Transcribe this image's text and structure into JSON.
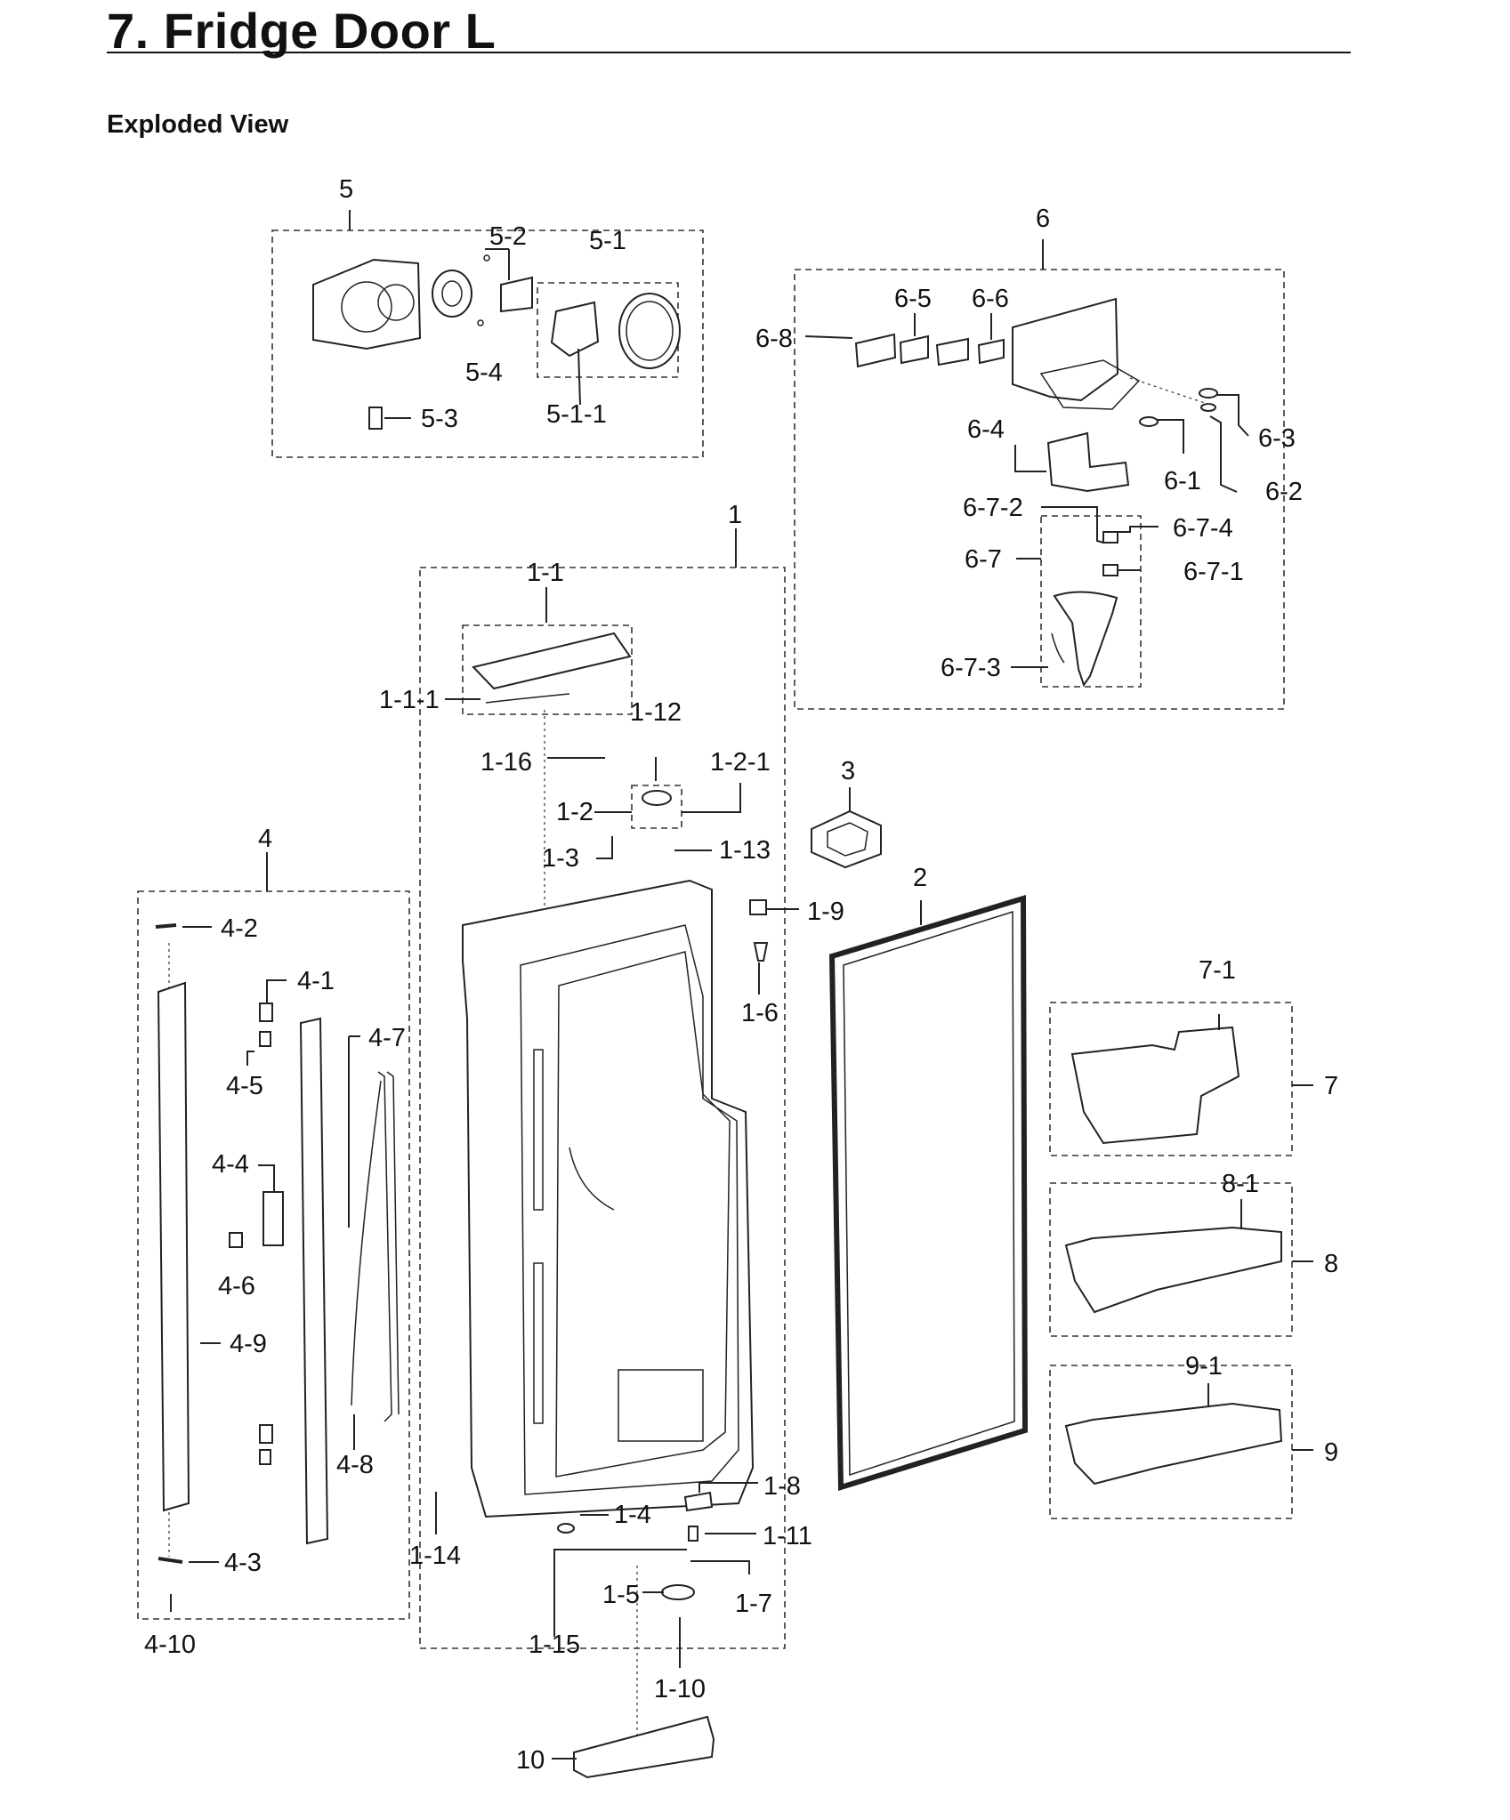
{
  "page": {
    "title": "7.  Fridge Door L",
    "subtitle": "Exploded View"
  },
  "labels": {
    "l1": "1",
    "l1_1": "1-1",
    "l1_1_1": "1-1-1",
    "l1_12": "1-12",
    "l1_16": "1-16",
    "l1_2_1": "1-2-1",
    "l1_2": "1-2",
    "l1_3": "1-3",
    "l1_13": "1-13",
    "l1_9": "1-9",
    "l1_6": "1-6",
    "l1_8": "1-8",
    "l1_4": "1-4",
    "l1_11": "1-11",
    "l1_14": "1-14",
    "l1_5": "1-5",
    "l1_7": "1-7",
    "l1_15": "1-15",
    "l1_10": "1-10",
    "l2": "2",
    "l3": "3",
    "l4": "4",
    "l4_1": "4-1",
    "l4_2": "4-2",
    "l4_3": "4-3",
    "l4_4": "4-4",
    "l4_5": "4-5",
    "l4_6": "4-6",
    "l4_7": "4-7",
    "l4_8": "4-8",
    "l4_9": "4-9",
    "l4_10": "4-10",
    "l5": "5",
    "l5_1": "5-1",
    "l5_1_1": "5-1-1",
    "l5_2": "5-2",
    "l5_3": "5-3",
    "l5_4": "5-4",
    "l6": "6",
    "l6_1": "6-1",
    "l6_2": "6-2",
    "l6_3": "6-3",
    "l6_4": "6-4",
    "l6_5": "6-5",
    "l6_6": "6-6",
    "l6_7": "6-7",
    "l6_7_1": "6-7-1",
    "l6_7_2": "6-7-2",
    "l6_7_3": "6-7-3",
    "l6_7_4": "6-7-4",
    "l6_8": "6-8",
    "l7": "7",
    "l7_1": "7-1",
    "l8": "8",
    "l8_1": "8-1",
    "l9": "9",
    "l9_1": "9-1",
    "l10": "10"
  }
}
